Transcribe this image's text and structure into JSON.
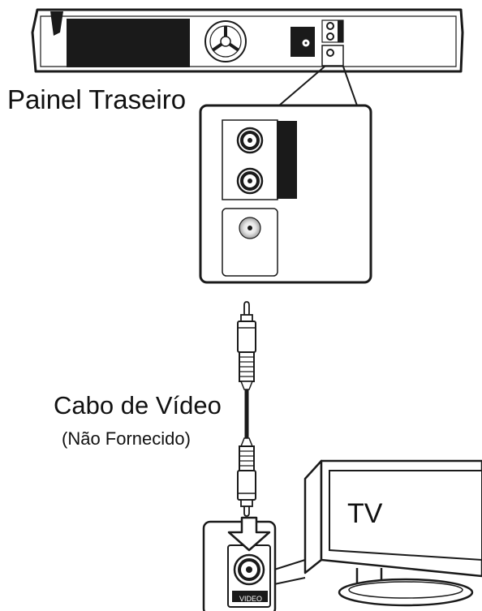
{
  "labels": {
    "rear_panel": "Painel Traseiro",
    "video_cable": "Cabo de Vídeo",
    "not_supplied": "(Não Fornecido)",
    "tv": "TV",
    "video_jack": "VIDEO"
  },
  "colors": {
    "line": "#1a1a1a",
    "panel_dark": "#1a1a1a",
    "background": "#ffffff"
  },
  "icons": {
    "rear_panel": "speaker-unit-rear-panel",
    "jack_zoom": "connector-zoom-callout",
    "cable": "rca-video-cable",
    "tv": "monitor",
    "arrow": "down-arrow"
  }
}
